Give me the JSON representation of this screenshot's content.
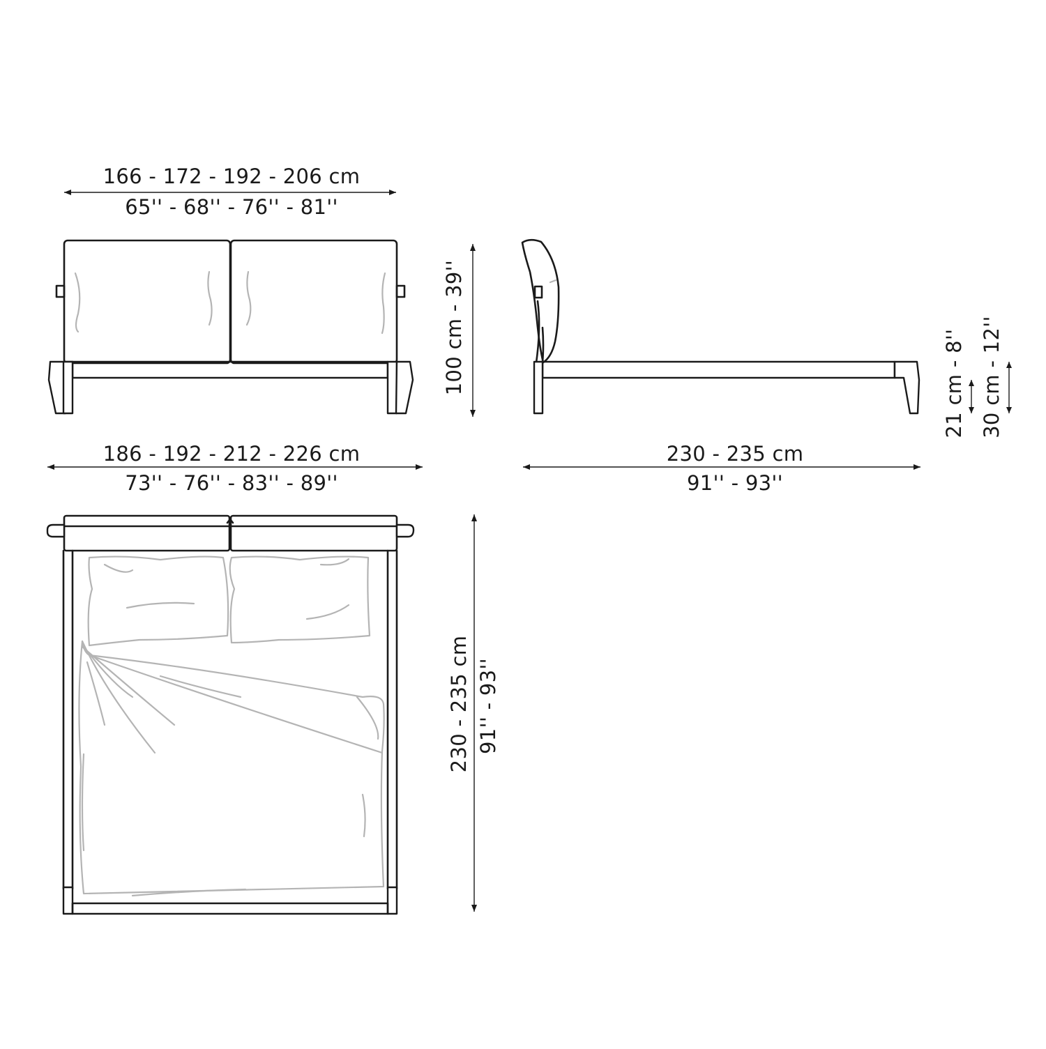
{
  "dimensions": {
    "headboard_width_cm": "166 - 172 - 192 - 206 cm",
    "headboard_width_in": "65'' - 68'' - 76'' - 81''",
    "height_cm_in": "100 cm - 39''",
    "overall_width_cm": "186 - 192 - 212 - 226 cm",
    "overall_width_in": "73'' - 76'' - 83'' - 89''",
    "side_length_cm": "230 - 235 cm",
    "side_length_in": "91'' - 93''",
    "frame_height": "21 cm - 8''",
    "leg_height": "30 cm - 12''",
    "plan_length_cm": "230 - 235 cm",
    "plan_length_in": "91'' - 93''"
  },
  "colors": {
    "line": "#1a1a1a",
    "sketch": "#b4b4b4",
    "background": "#ffffff"
  }
}
